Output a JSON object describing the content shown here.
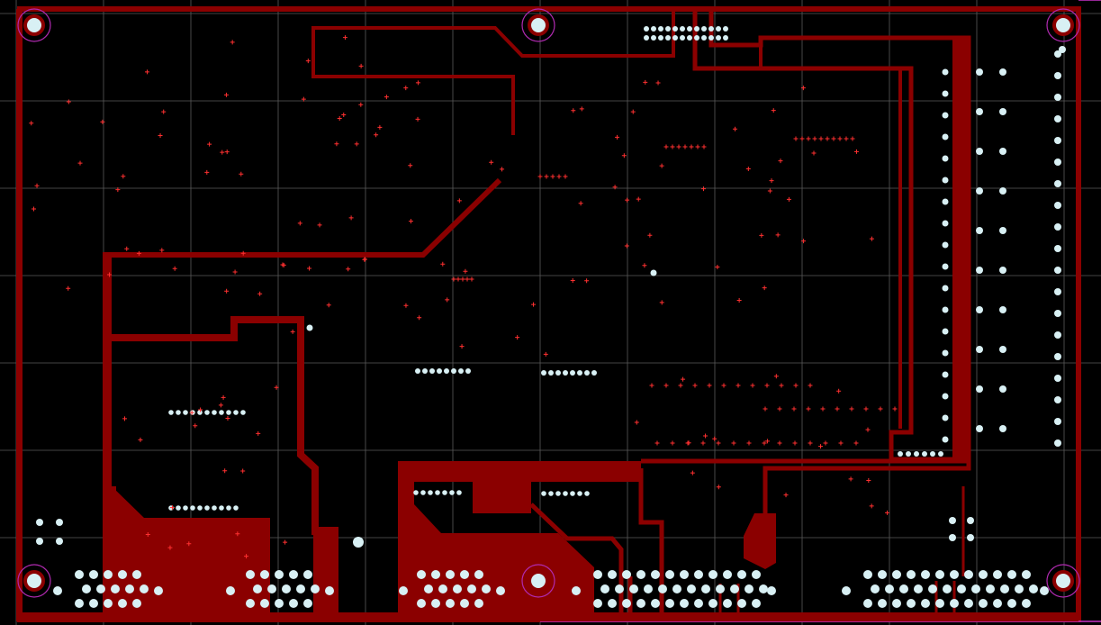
{
  "view": {
    "background_color": "#000000",
    "grid_color": "#5a5a5a",
    "trace_color": "#8b0000",
    "pad_color": "#d8f0f4",
    "via_cross_color": "#ff3030",
    "mount_hole_ring_color": "#b02ab0",
    "board_outline_color": "#c832c8"
  },
  "layers": [
    {
      "name": "grid",
      "visible": true
    },
    {
      "name": "copper",
      "visible": true
    },
    {
      "name": "pads",
      "visible": true
    },
    {
      "name": "vias",
      "visible": true
    }
  ]
}
